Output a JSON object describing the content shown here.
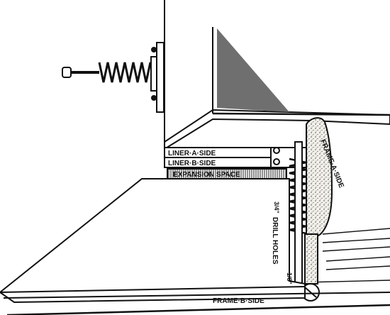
{
  "labels": {
    "liner_a": "LINER·A·SIDE",
    "liner_b": "LINER·B·SIDE",
    "expansion": "EXPANSION SPACE",
    "frame_a": "FRAME·A·SIDE",
    "frame_b": "FRAME·B·SIDE",
    "drill_holes": "DRILL HOLES",
    "dim_three_quarter": "3/4\"",
    "dim_one_eighth": "1/8\""
  },
  "colors": {
    "ink": "#111111",
    "paper": "#ffffff",
    "shadow": "#6f6f6f",
    "stipple": "#e9e6df"
  }
}
